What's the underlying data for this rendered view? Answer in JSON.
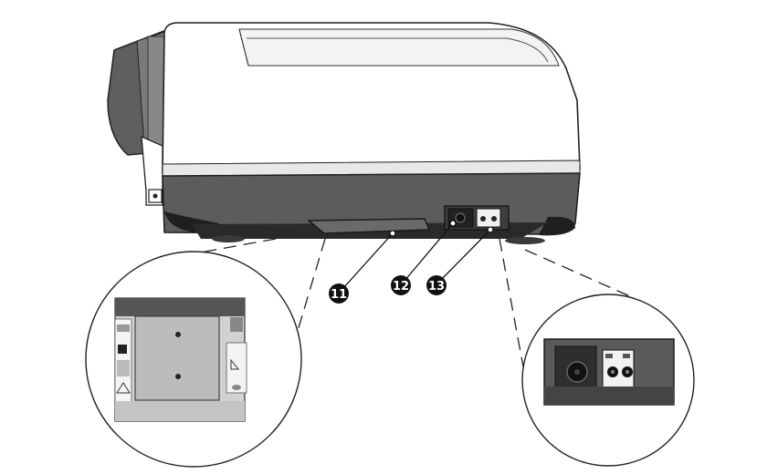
{
  "callouts": [
    {
      "number": "11",
      "target": "bottom-access-panel"
    },
    {
      "number": "12",
      "target": "dc-power-jack"
    },
    {
      "number": "13",
      "target": "hdmi-ports"
    }
  ],
  "colors": {
    "body_white": "#ffffff",
    "base_gray": "#5a5a5a",
    "dark": "#2b2b2b",
    "panel_gray": "#c9c9c9",
    "callout_fill": "#111111"
  },
  "icons": [
    "label-panel-icon",
    "warning-triangle-icon",
    "screw-icon"
  ]
}
